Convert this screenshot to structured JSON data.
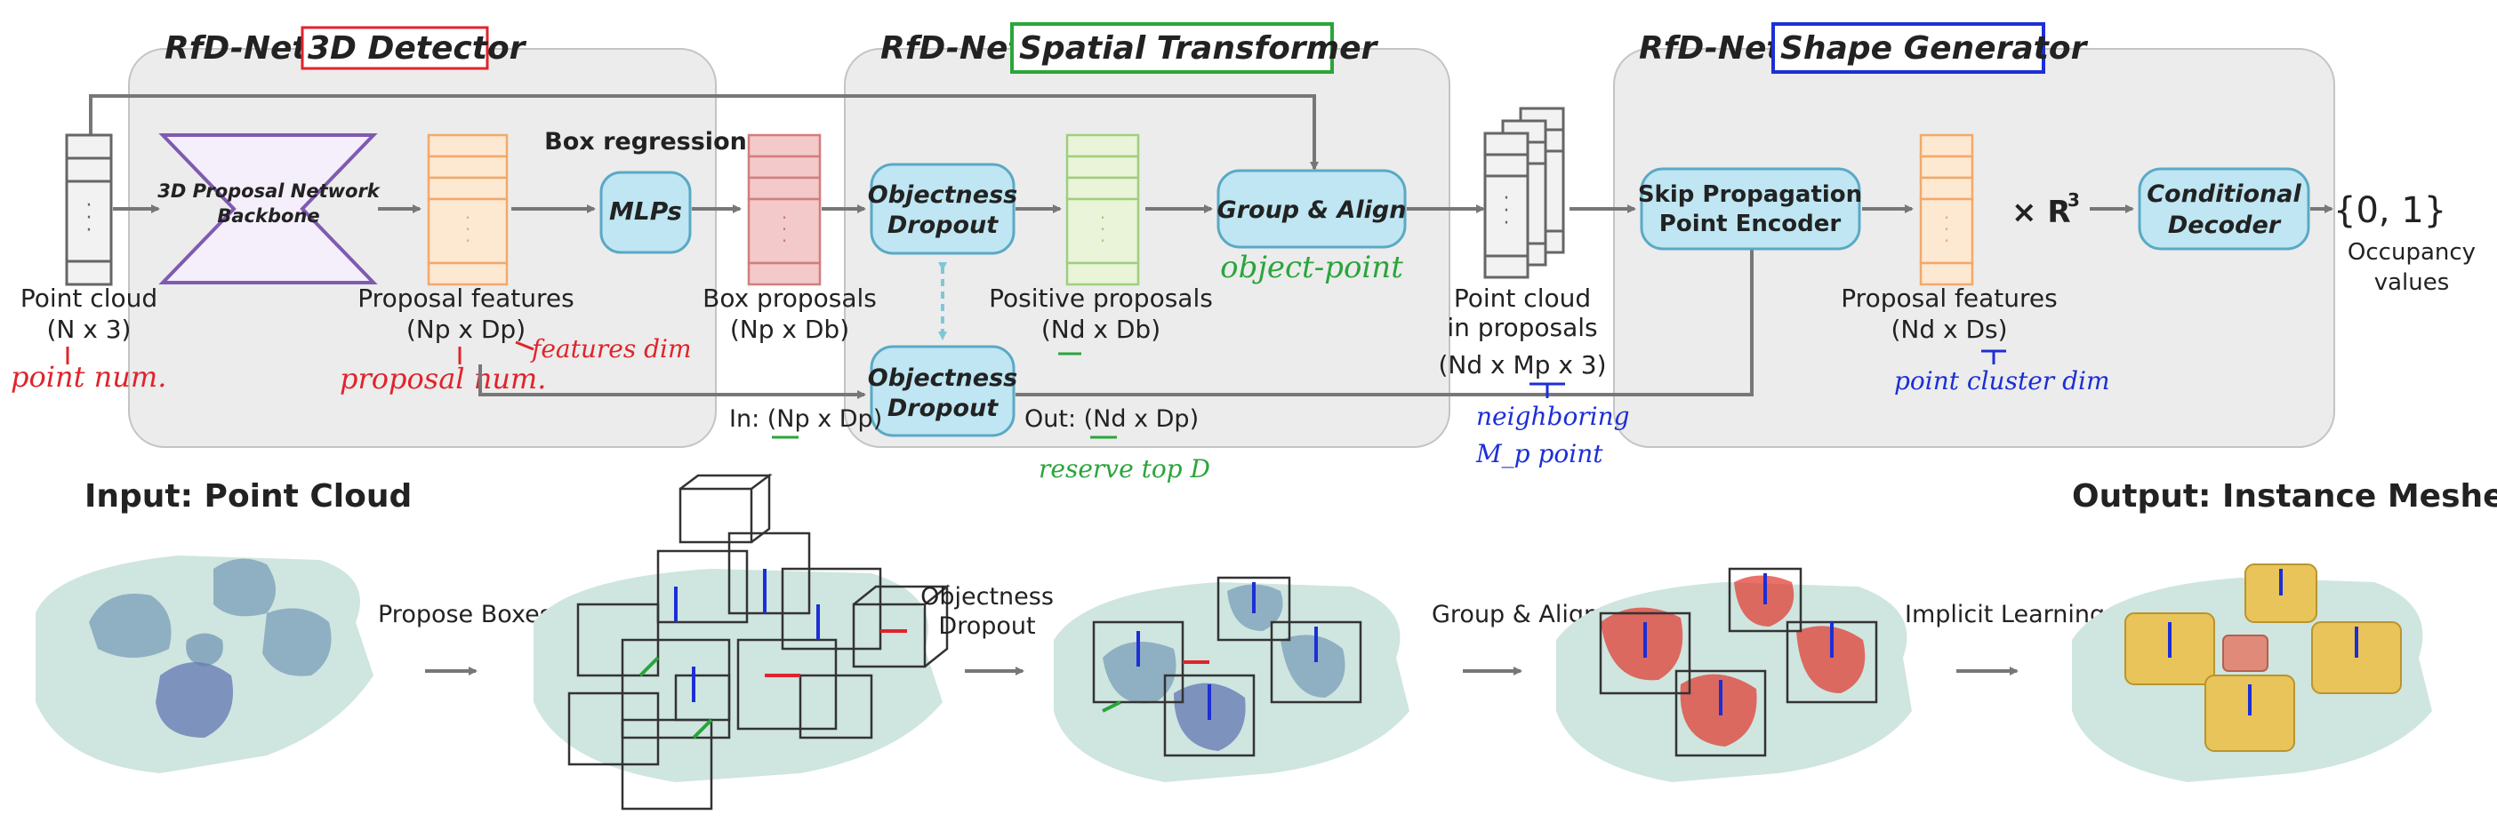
{
  "panels": {
    "detector": {
      "prefix": "RfD-Net:",
      "name": "3D Detector",
      "highlight": "#e0242b"
    },
    "transformer": {
      "prefix": "RfD-Net:",
      "name": "Spatial Transformer",
      "highlight": "#2aa53a"
    },
    "generator": {
      "prefix": "RfD-Net:",
      "name": "Shape Generator",
      "highlight": "#1c2fd6"
    }
  },
  "nodes": {
    "backbone_l1": "3D Proposal Network",
    "backbone_l2": "Backbone",
    "mlps": "MLPs",
    "box_regression": "Box regression",
    "od1_l1": "Objectness",
    "od1_l2": "Dropout",
    "od2_l1": "Objectness",
    "od2_l2": "Dropout",
    "group_align": "Group & Align",
    "spe_l1": "Skip Propagation",
    "spe_l2": "Point Encoder",
    "times_r3": "× R",
    "times_r3_sup": "3",
    "cd_l1": "Conditional",
    "cd_l2": "Decoder",
    "occupancy_set": "{0, 1}"
  },
  "labels": {
    "point_cloud": "Point cloud",
    "point_cloud_dim": "(N x 3)",
    "proposal_features": "Proposal features",
    "proposal_features_dim": "(Np x Dp)",
    "box_proposals": "Box proposals",
    "box_proposals_dim": "(Np x Db)",
    "positive_proposals": "Positive proposals",
    "positive_proposals_dim": "(Nd x Db)",
    "pc_in_proposals_l1": "Point cloud",
    "pc_in_proposals_l2": "in proposals",
    "pc_in_proposals_dim": "(Nd x Mp x 3)",
    "proposal_features_2": "Proposal features",
    "proposal_features_2_dim": "(Nd x Ds)",
    "occupancy_l1": "Occupancy",
    "occupancy_l2": "values",
    "in_dim": "In: (Np x Dp)",
    "out_dim": "Out: (Nd x Dp)"
  },
  "annotations": {
    "point_num": "point num.",
    "proposal_num": "proposal num.",
    "features_dim": "features dim",
    "object_point": "object-point",
    "reserve_top": "reserve top D",
    "neighboring_l1": "neighboring",
    "neighboring_l2": "M_p point",
    "point_cluster_dim": "point cluster dim"
  },
  "bottom": {
    "input_title": "Input: Point Cloud",
    "output_title": "Output: Instance Meshes",
    "step1": "Propose Boxes",
    "step2_l1": "Objectness",
    "step2_l2": "Dropout",
    "step3": "Group & Align",
    "step4": "Implicit Learning"
  },
  "colors": {
    "node_fill": "#bfe6f2",
    "panel_fill": "#ececec",
    "annotation_red": "#e0242b",
    "annotation_green": "#2aa53a",
    "annotation_blue": "#1c2fd6",
    "mesh_yellow": "#e8c45a",
    "grouped_points_red": "#e0352a"
  }
}
